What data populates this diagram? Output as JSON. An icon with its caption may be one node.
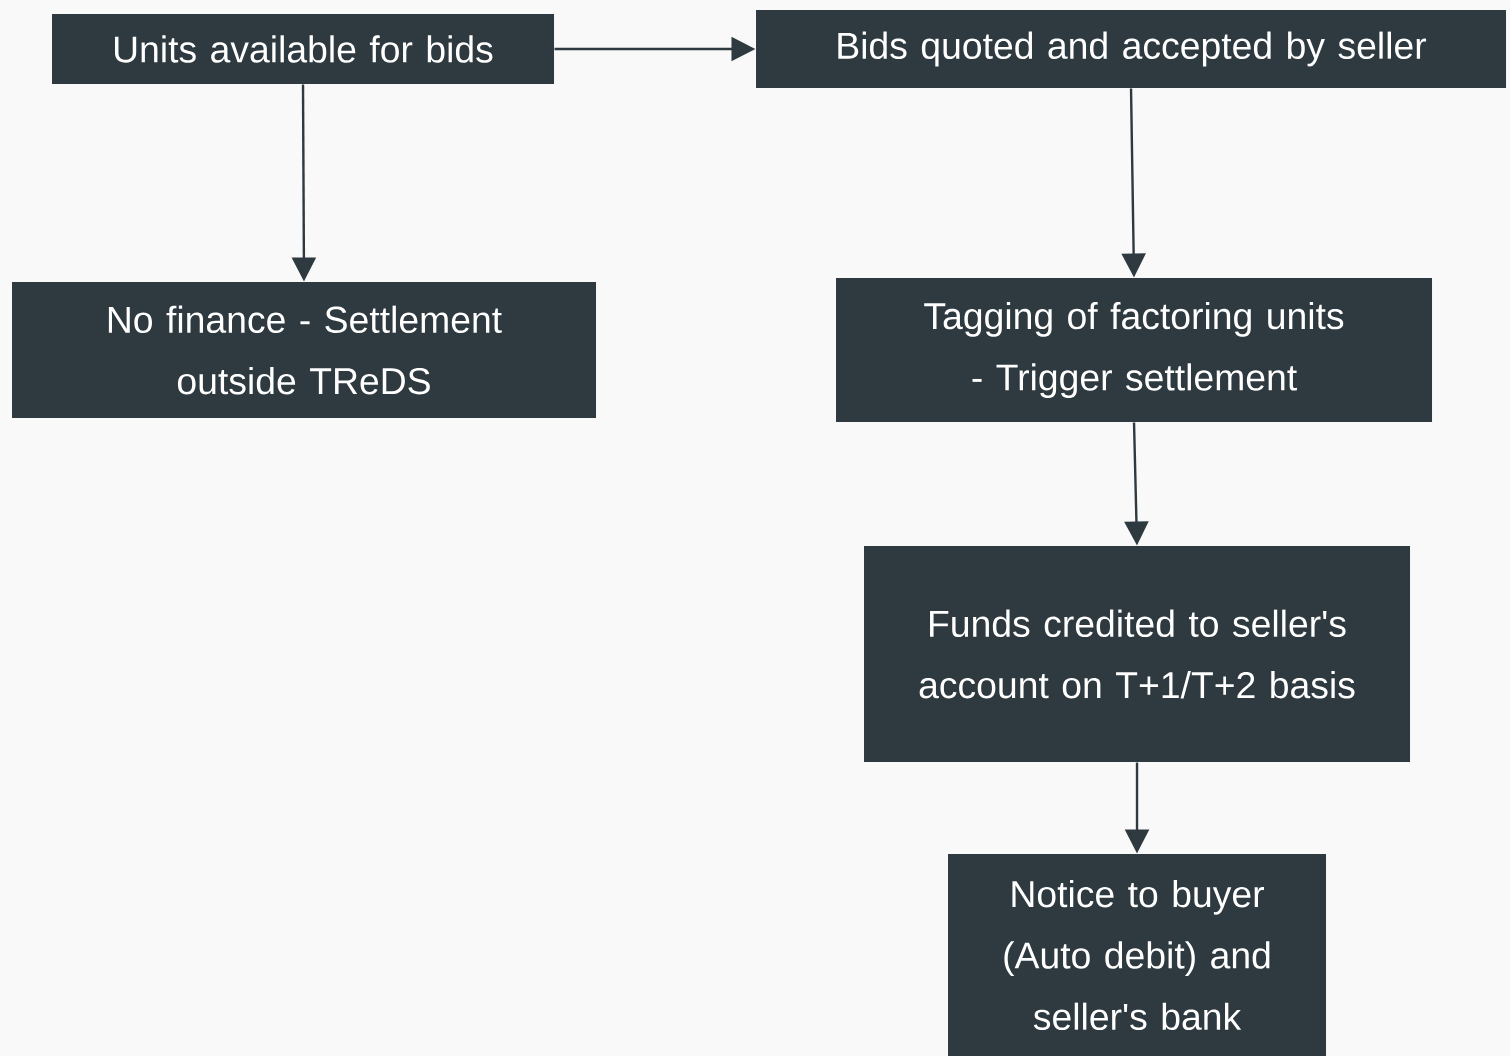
{
  "diagram": {
    "nodes": [
      {
        "text": [
          "Units available for bids"
        ]
      },
      {
        "text": [
          "Bids quoted and accepted by seller"
        ]
      },
      {
        "text": [
          "No finance - Settlement outside TReDS"
        ]
      },
      {
        "text": [
          "Tagging of factoring units - Trigger settlement"
        ]
      },
      {
        "text": [
          "Funds credited to seller's account on T+1/T+2 basis"
        ]
      },
      {
        "text": [
          "Notice to buyer (Auto debit) and seller's bank"
        ]
      }
    ],
    "edges": [
      {
        "from": 0,
        "to": 1,
        "arrow": "to"
      },
      {
        "from": 0,
        "to": 2,
        "arrow": "to"
      },
      {
        "from": 1,
        "to": 3,
        "arrow": "to"
      },
      {
        "from": 3,
        "to": 4,
        "arrow": "to"
      },
      {
        "from": 4,
        "to": 5,
        "arrow": "to"
      }
    ]
  }
}
